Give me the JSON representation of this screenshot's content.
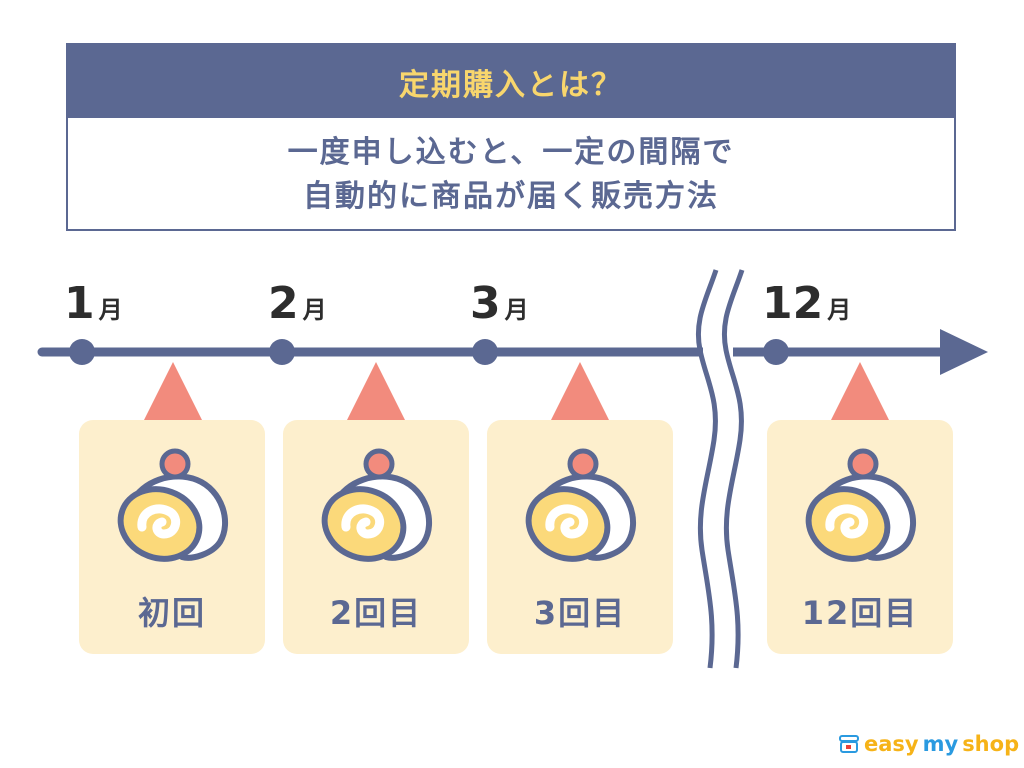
{
  "header": {
    "title": "定期購入とは？",
    "description_lines": [
      "一度申し込むと、一定の間隔で",
      "自動的に商品が届く販売方法"
    ]
  },
  "timeline": {
    "months": [
      {
        "num": "1",
        "suffix": "月"
      },
      {
        "num": "2",
        "suffix": "月"
      },
      {
        "num": "3",
        "suffix": "月"
      },
      {
        "num": "12",
        "suffix": "月"
      }
    ],
    "break_marker": "wavy-break"
  },
  "deliveries": [
    {
      "label": "初回",
      "item": "roll-cake"
    },
    {
      "label": "2回目",
      "item": "roll-cake"
    },
    {
      "label": "3回目",
      "item": "roll-cake"
    },
    {
      "label": "12回目",
      "item": "roll-cake"
    }
  ],
  "logo": {
    "part1": "easy",
    "part2": "my",
    "part3": "shop"
  },
  "colors": {
    "navy": "#5b6892",
    "yellow_text": "#f8d66d",
    "card_bg": "#fdefcd",
    "pointer": "#f28b7d",
    "cake_sponge": "#fbd97a"
  }
}
